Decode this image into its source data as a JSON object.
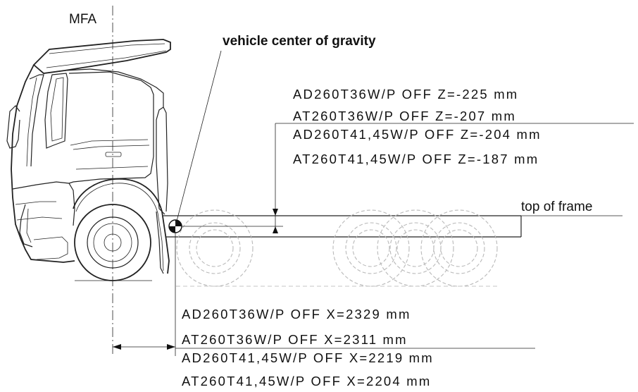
{
  "axis_label": "MFA",
  "cog_label": "vehicle center of gravity",
  "frame_label": "top of frame",
  "z_offsets": [
    "AD260T36W/P OFF Z=-225 mm",
    "AT260T36W/P OFF Z=-207 mm",
    "AD260T41,45W/P OFF Z=-204 mm",
    "AT260T41,45W/P OFF Z=-187 mm"
  ],
  "x_offsets": [
    "AD260T36W/P OFF X=2329 mm",
    "AT260T36W/P OFF X=2311 mm",
    "AD260T41,45W/P OFF X=2219 mm",
    "AT260T41,45W/P OFF X=2204 mm"
  ],
  "colors": {
    "line": "#222222",
    "ghost_wheels": "#b9b9b9",
    "background": "#ffffff"
  }
}
